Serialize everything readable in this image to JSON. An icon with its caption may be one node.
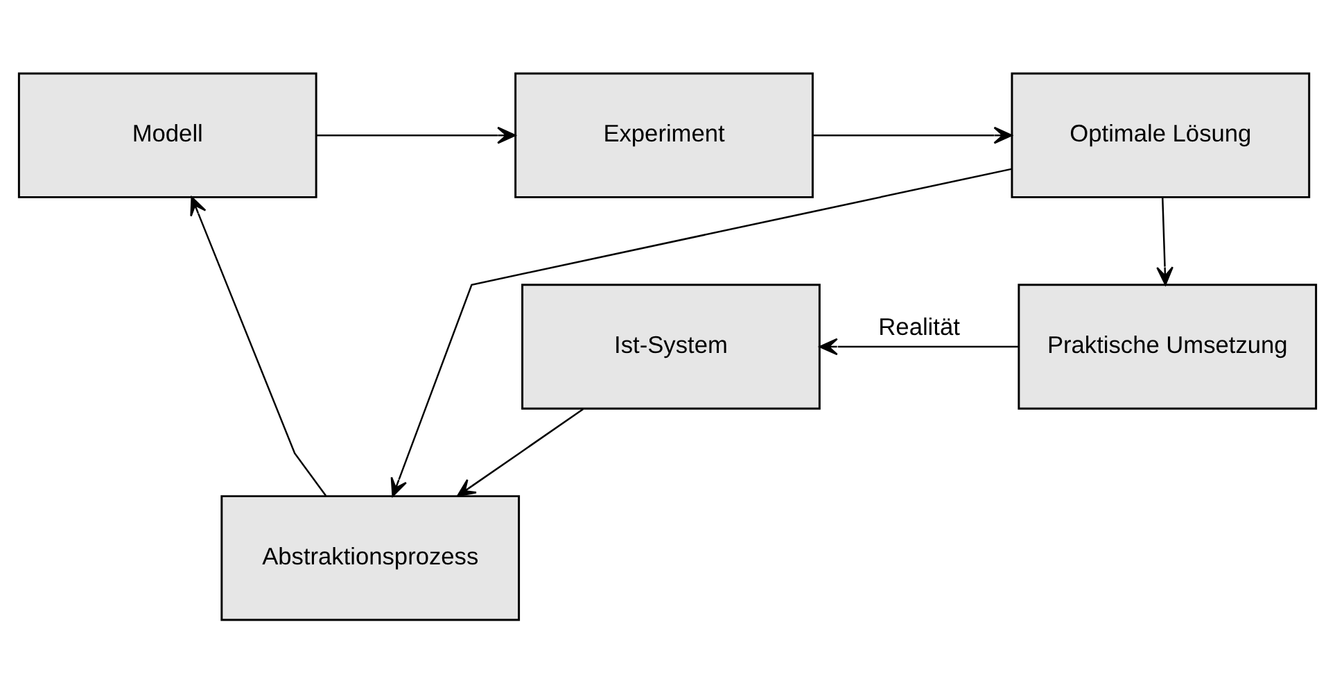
{
  "diagram": {
    "nodes": [
      {
        "text": [
          "Modell"
        ]
      },
      {
        "text": [
          "Experiment"
        ]
      },
      {
        "text": [
          "Optimale Lösung"
        ]
      },
      {
        "text": [
          "Abstraktionsprozess"
        ]
      },
      {
        "text": [
          "Ist-System"
        ]
      },
      {
        "text": [
          "Praktische Umsetzung"
        ]
      }
    ],
    "edges": [
      {
        "from": 0,
        "to": 1,
        "arrow": "to"
      },
      {
        "from": 1,
        "to": 2,
        "arrow": "to"
      },
      {
        "from": 2,
        "to": 3,
        "arrow": "to"
      },
      {
        "from": 2,
        "to": 5,
        "arrow": "to"
      },
      {
        "from": 5,
        "to": 4,
        "arrow": "to",
        "label": "Realität"
      },
      {
        "from": 4,
        "to": 3,
        "arrow": "to"
      },
      {
        "from": 3,
        "to": 0,
        "arrow": "to"
      }
    ]
  }
}
